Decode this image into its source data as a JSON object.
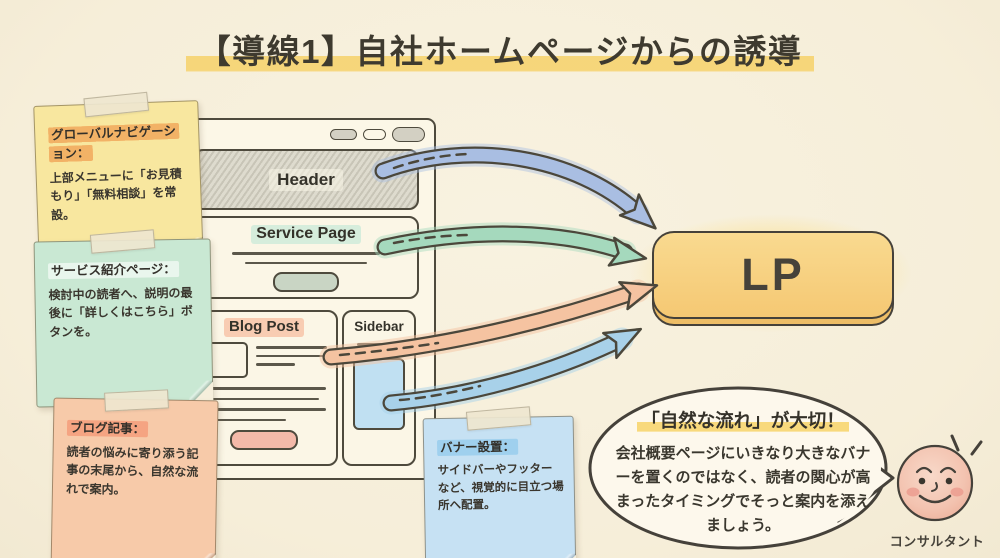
{
  "title": "【導線1】自社ホームページからの誘導",
  "wireframe": {
    "header_label": "Header",
    "service_page_label": "Service Page",
    "blog_post_label": "Blog Post",
    "sidebar_label": "Sidebar"
  },
  "sticky_notes": {
    "global_nav": {
      "title": "グローバルナビゲーション：",
      "body": "上部メニューに「お見積もり」「無料相談」を常設。"
    },
    "service": {
      "title": "サービス紹介ページ：",
      "body": "検討中の読者へ、説明の最後に「詳しくはこちら」ボタンを。"
    },
    "blog": {
      "title": "ブログ記事：",
      "body": "読者の悩みに寄り添う記事の末尾から、自然な流れで案内。"
    },
    "banner": {
      "title": "バナー設置：",
      "body": "サイドバーやフッターなど、視覚的に目立つ場所へ配置。"
    }
  },
  "lp_button": {
    "label": "LP"
  },
  "callout": {
    "title": "「自然な流れ」が大切！",
    "body": "会社概要ページにいきなり大きなバナーを置くのではなく、読者の関心が高まったタイミングでそっと案内を添えましょう。"
  },
  "consultant": {
    "label": "コンサルタント"
  },
  "colors": {
    "background": "#f6efdc",
    "ink": "#46423a",
    "title_highlight": "#f6d370",
    "note_yellow": "#f8e79f",
    "note_green": "#c9e8d3",
    "note_orange": "#f7caa9",
    "note_blue": "#c6e1f3",
    "arrow_blue": "#a9bee2",
    "arrow_green": "#a5d9bd",
    "arrow_salmon": "#f5c3a1",
    "arrow_lightblue": "#a8d1e9",
    "lp_yellow": "#f5c873"
  }
}
